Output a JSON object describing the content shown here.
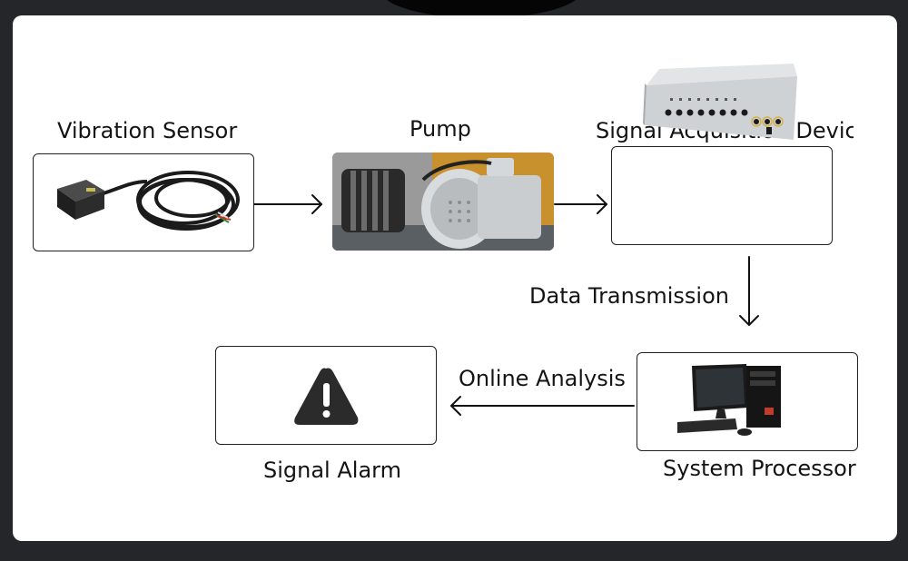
{
  "diagram": {
    "nodes": {
      "vibration_sensor": {
        "label": "Vibration Sensor"
      },
      "pump": {
        "label": "Pump"
      },
      "signal_device": {
        "label": "Signal Acquisition Device"
      },
      "system_processor": {
        "label": "System Processor"
      },
      "signal_alarm": {
        "label": "Signal Alarm"
      }
    },
    "edges": [
      {
        "from": "vibration_sensor",
        "to": "pump",
        "label": ""
      },
      {
        "from": "pump",
        "to": "signal_device",
        "label": ""
      },
      {
        "from": "signal_device",
        "to": "system_processor",
        "label": "Data Transmission"
      },
      {
        "from": "system_processor",
        "to": "signal_alarm",
        "label": "Online Analysis"
      }
    ]
  },
  "icons": {
    "sensor": "vibration-sensor-icon",
    "pump": "pump-motor-icon",
    "device": "signal-device-icon",
    "computer": "computer-icon",
    "alarm": "warning-icon"
  },
  "colors": {
    "background": "#25262a",
    "card": "#ffffff",
    "stroke": "#222222"
  }
}
